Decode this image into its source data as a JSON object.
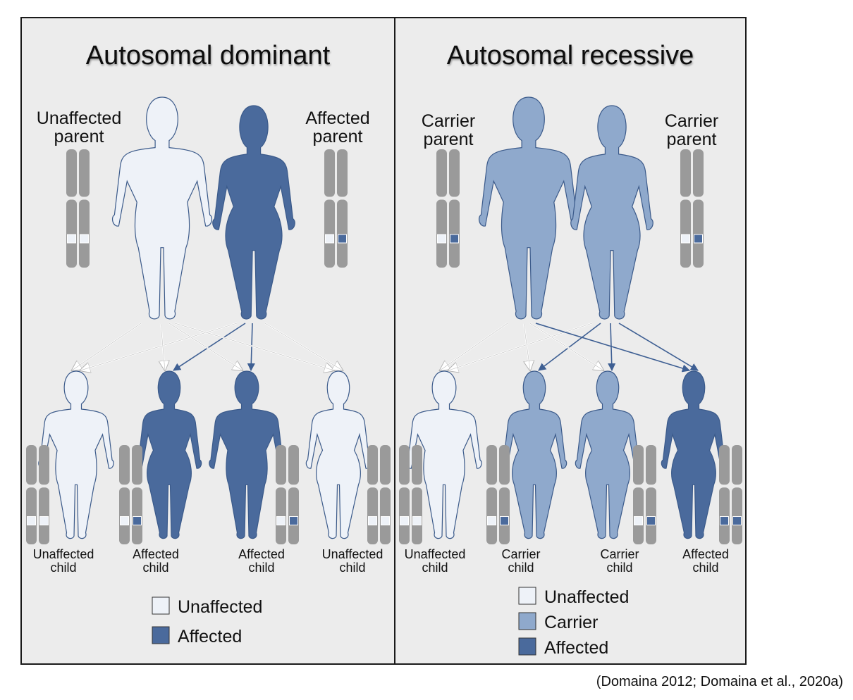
{
  "colors": {
    "unaffected": "#eef2f8",
    "carrier": "#8fa9cc",
    "affected": "#4a6a9c",
    "chromosome": "#9a9a9a",
    "panel_bg": "#ececec",
    "arrow_light": "#ffffff",
    "arrow_dark": "#3e5f93"
  },
  "dominant": {
    "title": "Autosomal dominant",
    "left_parent": {
      "label": [
        "Unaffected",
        "parent"
      ],
      "status": "unaffected",
      "alleles": [
        "unaffected",
        "unaffected"
      ]
    },
    "right_parent": {
      "label": [
        "Affected",
        "parent"
      ],
      "status": "affected",
      "alleles": [
        "unaffected",
        "affected"
      ]
    },
    "children": [
      {
        "label": [
          "Unaffected",
          "child"
        ],
        "status": "unaffected",
        "alleles": [
          "unaffected",
          "unaffected"
        ]
      },
      {
        "label": [
          "Affected",
          "child"
        ],
        "status": "affected",
        "alleles": [
          "unaffected",
          "affected"
        ]
      },
      {
        "label": [
          "Affected",
          "child"
        ],
        "status": "affected",
        "alleles": [
          "unaffected",
          "affected"
        ]
      },
      {
        "label": [
          "Unaffected",
          "child"
        ],
        "status": "unaffected",
        "alleles": [
          "unaffected",
          "unaffected"
        ]
      }
    ],
    "legend": [
      {
        "label": "Unaffected",
        "status": "unaffected"
      },
      {
        "label": "Affected",
        "status": "affected"
      }
    ]
  },
  "recessive": {
    "title": "Autosomal recessive",
    "left_parent": {
      "label": [
        "Carrier",
        "parent"
      ],
      "status": "carrier",
      "alleles": [
        "unaffected",
        "affected"
      ]
    },
    "right_parent": {
      "label": [
        "Carrier",
        "parent"
      ],
      "status": "carrier",
      "alleles": [
        "unaffected",
        "affected"
      ]
    },
    "children": [
      {
        "label": [
          "Unaffected",
          "child"
        ],
        "status": "unaffected",
        "alleles": [
          "unaffected",
          "unaffected"
        ]
      },
      {
        "label": [
          "Carrier",
          "child"
        ],
        "status": "carrier",
        "alleles": [
          "unaffected",
          "affected"
        ]
      },
      {
        "label": [
          "Carrier",
          "child"
        ],
        "status": "carrier",
        "alleles": [
          "unaffected",
          "affected"
        ]
      },
      {
        "label": [
          "Affected",
          "child"
        ],
        "status": "affected",
        "alleles": [
          "affected",
          "affected"
        ]
      }
    ],
    "legend": [
      {
        "label": "Unaffected",
        "status": "unaffected"
      },
      {
        "label": "Carrier",
        "status": "carrier"
      },
      {
        "label": "Affected",
        "status": "affected"
      }
    ]
  },
  "citation": "(Domaina 2012; Domaina et al., 2020a)"
}
